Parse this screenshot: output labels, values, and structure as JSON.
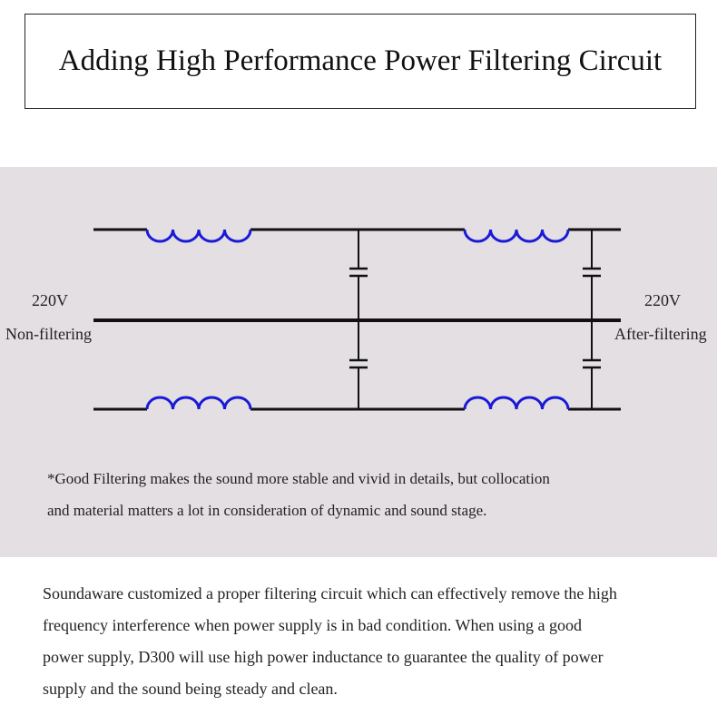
{
  "title": "Adding High Performance Power Filtering Circuit",
  "labels": {
    "left_voltage": "220V",
    "left_state": "Non-filtering",
    "right_voltage": "220V",
    "right_state": "After-filtering"
  },
  "note": {
    "line1": "*Good Filtering makes the sound more stable and vivid in details, but collocation",
    "line2": "and material matters a lot in consideration of dynamic and sound stage."
  },
  "description": {
    "line1": "Soundaware customized a proper filtering circuit which can effectively remove the high",
    "line2": "frequency interference when power supply is in bad condition. When using a good",
    "line3": "power supply, D300 will use high power inductance to guarantee the quality of power",
    "line4": "supply and the sound being steady and clean."
  },
  "colors": {
    "inductor": "#1a1ad6",
    "wire": "#111111",
    "panel": "#e3dfe2"
  }
}
